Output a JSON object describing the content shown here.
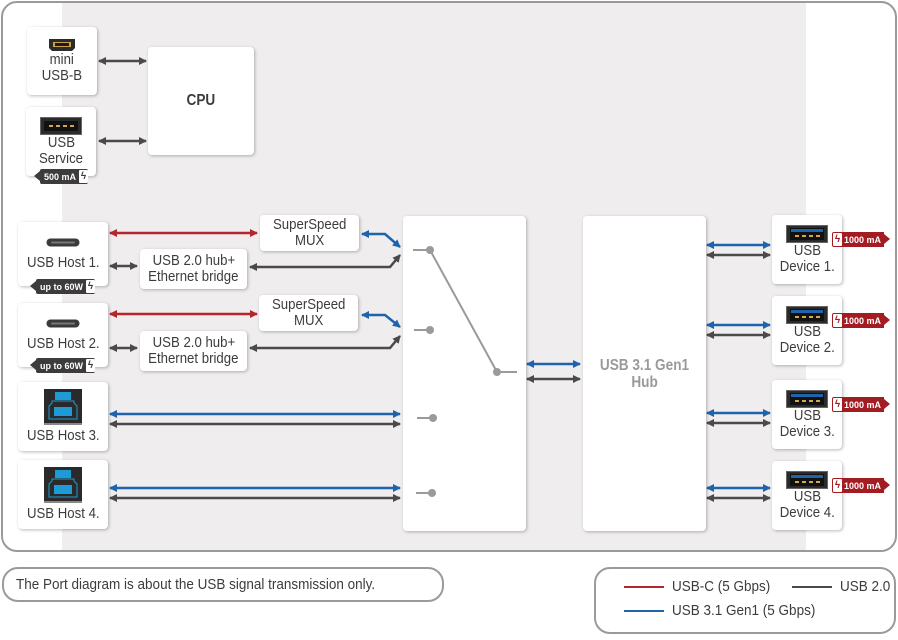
{
  "colors": {
    "usb_c": "#b3262d",
    "usb_2_0": "#4a4a4a",
    "usb_3_1": "#1f63ad",
    "power_badge_red": "#a31c22",
    "power_badge_dark": "#3c3c3c",
    "panel_gray": "#efeded",
    "border_gray": "#9a9a9a"
  },
  "left_ports": {
    "mini_usb_b": {
      "label_line1": "mini",
      "label_line2": "USB-B",
      "icon": "mini-usb-b-icon"
    },
    "usb_service": {
      "label_line1": "USB",
      "label_line2": "Service",
      "icon": "usb-a-icon",
      "power_badge": "500 mA"
    }
  },
  "cpu": {
    "label": "CPU"
  },
  "hosts": [
    {
      "label": "USB Host 1.",
      "icon": "usb-c-icon",
      "power_badge": "up to 60W"
    },
    {
      "label": "USB Host 2.",
      "icon": "usb-c-icon",
      "power_badge": "up to 60W"
    },
    {
      "label": "USB Host 3.",
      "icon": "usb-b-3-icon"
    },
    {
      "label": "USB Host 4.",
      "icon": "usb-b-3-icon"
    }
  ],
  "mux": [
    {
      "line1": "SuperSpeed",
      "line2": "MUX"
    },
    {
      "line1": "SuperSpeed",
      "line2": "MUX"
    }
  ],
  "bridge": [
    {
      "line1": "USB 2.0 hub+",
      "line2": "Ethernet bridge"
    },
    {
      "line1": "USB 2.0 hub+",
      "line2": "Ethernet bridge"
    }
  ],
  "switch": {
    "icon": "switch-icon",
    "selected_input": 1,
    "input_count": 4
  },
  "hub": {
    "line1": "USB 3.1 Gen1",
    "line2": "Hub"
  },
  "devices": [
    {
      "line1": "USB",
      "line2": "Device 1.",
      "icon": "usb-a-3-icon",
      "power_badge": "1000 mA"
    },
    {
      "line1": "USB",
      "line2": "Device 2.",
      "icon": "usb-a-3-icon",
      "power_badge": "1000 mA"
    },
    {
      "line1": "USB",
      "line2": "Device 3.",
      "icon": "usb-a-3-icon",
      "power_badge": "1000 mA"
    },
    {
      "line1": "USB",
      "line2": "Device 4.",
      "icon": "usb-a-3-icon",
      "power_badge": "1000 mA"
    }
  ],
  "note": "The Port diagram is about the USB signal transmission only.",
  "legend": [
    {
      "label": "USB-C (5 Gbps)",
      "color_key": "usb_c"
    },
    {
      "label": "USB 2.0",
      "color_key": "usb_2_0"
    },
    {
      "label": "USB 3.1 Gen1 (5 Gbps)",
      "color_key": "usb_3_1"
    }
  ]
}
